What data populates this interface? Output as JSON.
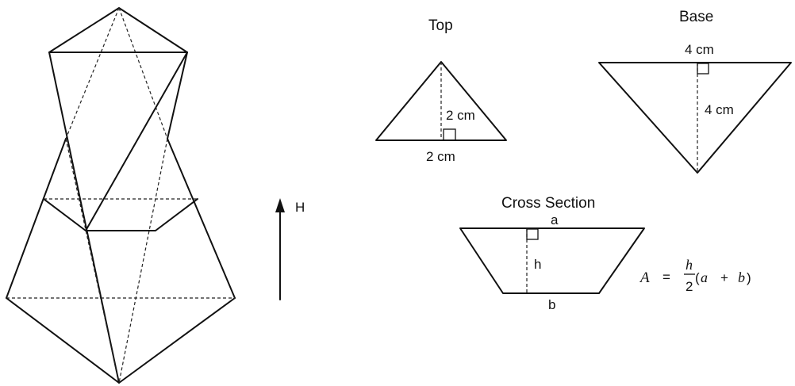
{
  "labels": {
    "top_title": "Top",
    "base_title": "Base",
    "cross_title": "Cross Section",
    "arrow_label": "H",
    "top_height": "2 cm",
    "top_width": "2 cm",
    "base_width": "4 cm",
    "base_height": "4 cm",
    "cross_a": "a",
    "cross_b": "b",
    "cross_h": "h"
  },
  "formula": {
    "lhs": "A",
    "equals": "=",
    "numerator": "h",
    "denominator": "2",
    "open": "(",
    "a": "a",
    "plus": "+",
    "b": "b",
    "close": ")"
  },
  "colors": {
    "stroke": "#111111",
    "background": "#ffffff"
  }
}
